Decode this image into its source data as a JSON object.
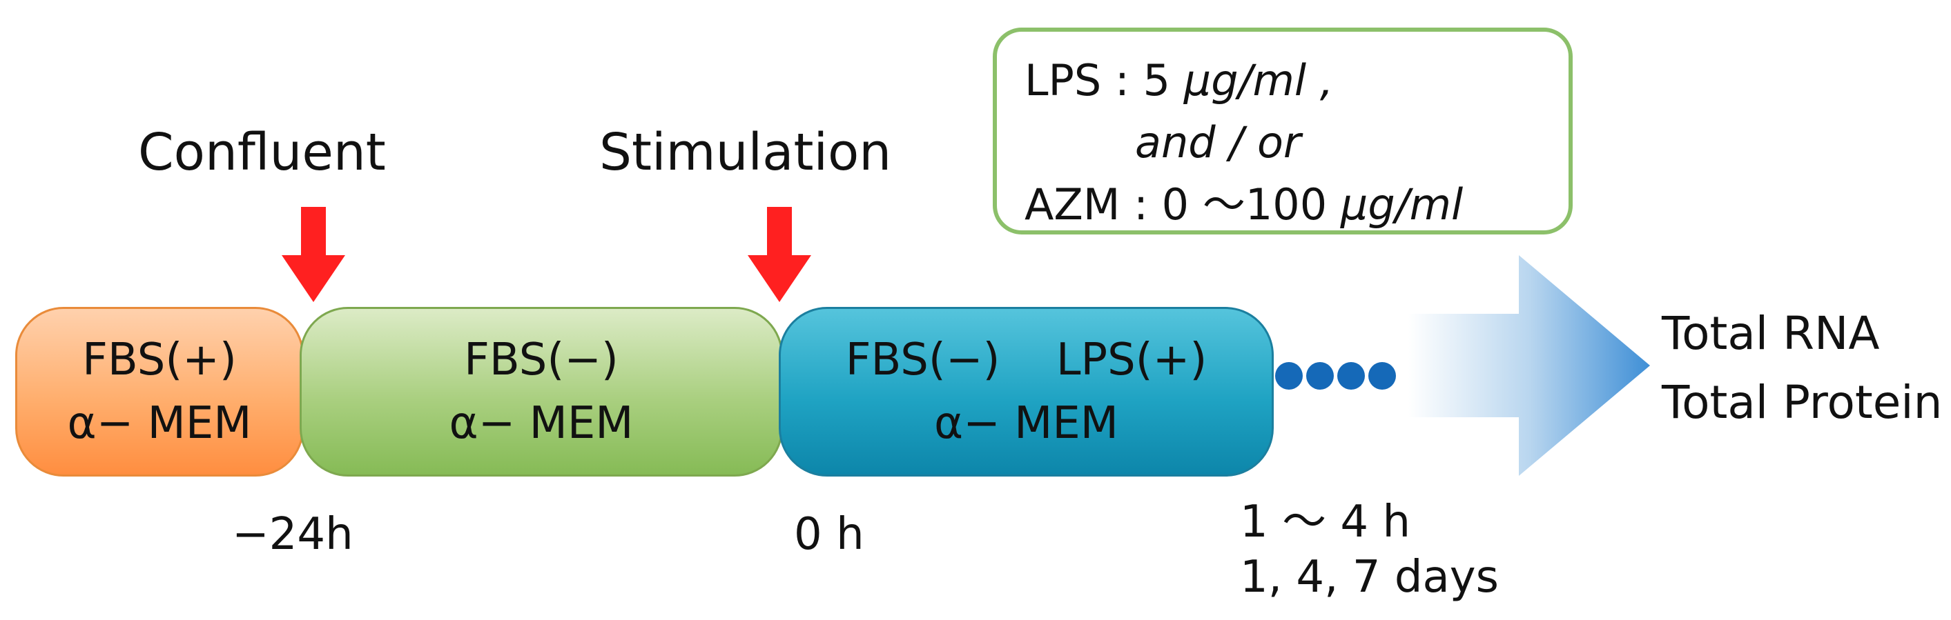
{
  "labels": {
    "confluent": "Confluent",
    "stimulation": "Stimulation"
  },
  "boxes": {
    "orange": {
      "line1": "FBS(+)",
      "line2": "α− MEM"
    },
    "green": {
      "line1": "FBS(−)",
      "line2": "α− MEM"
    },
    "blue": {
      "line1": "FBS(−)    LPS(+)",
      "line2": "α− MEM"
    }
  },
  "conditions": {
    "line1_prefix": "LPS : 5 ",
    "line1_unit": "μg/ml ,",
    "line2": "and / or",
    "line3_prefix": "AZM : 0 〜100 ",
    "line3_unit": "μg/ml"
  },
  "outputs": {
    "rna": "Total RNA",
    "protein": "Total Protein"
  },
  "times": {
    "minus24": "−24h",
    "zero": "0 h",
    "hours": "1 〜 4 h",
    "days": "1, 4, 7 days"
  },
  "colors": {
    "arrow_red": "#ff2020",
    "dot_blue": "#1569b8",
    "big_arrow_blue": "#3f8fd6"
  }
}
